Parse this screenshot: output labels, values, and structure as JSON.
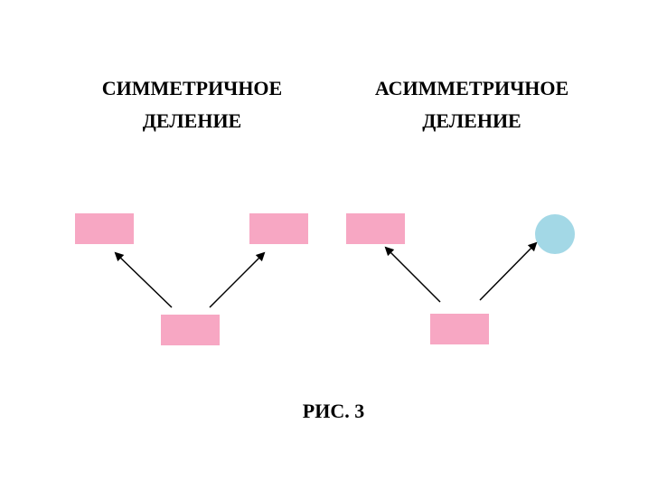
{
  "symmetric": {
    "title_line1": "СИММЕТРИЧНОЕ",
    "title_line2": "ДЕЛЕНИЕ"
  },
  "asymmetric": {
    "title_line1": "АСИММЕТРИЧНОЕ",
    "title_line2": "ДЕЛЕНИЕ"
  },
  "caption": "РИС. 3",
  "colors": {
    "cell": "#f7a7c3",
    "distinct_cell": "#a3d8e6",
    "arrow": "#000000"
  }
}
